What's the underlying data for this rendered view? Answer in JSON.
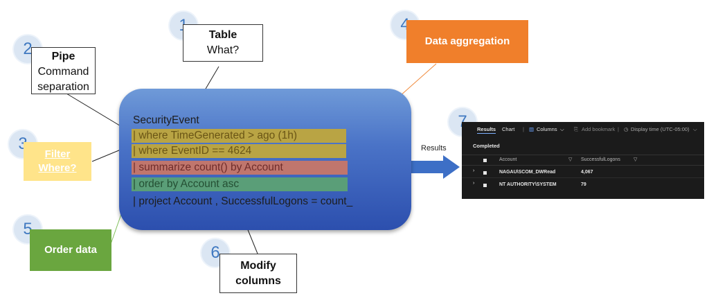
{
  "steps": {
    "s1": "1",
    "s2": "2",
    "s3": "3",
    "s4": "4",
    "s5": "5",
    "s6": "6",
    "s7": "7"
  },
  "boxes": {
    "table_title": "Table",
    "table_sub": "What?",
    "pipe_title": "Pipe",
    "pipe_line1": "Command",
    "pipe_line2": "separation",
    "filter_line1": "Filter",
    "filter_line2": "Where?",
    "aggregation": "Data aggregation",
    "order": "Order data",
    "modify_line1": "Modify",
    "modify_line2": "columns"
  },
  "query": {
    "l0": "SecurityEvent",
    "l1": "| where TimeGenerated  > ago (1h)",
    "l2": "| where EventID == 4624",
    "l3": "| summarize count() by Account",
    "l4": "| order by Account asc",
    "l5": "| project Account , SuccessfulLogons = count_"
  },
  "results_label": "Results",
  "results_panel": {
    "tab_results": "Results",
    "tab_chart": "Chart",
    "columns": "Columns",
    "add_bookmark": "Add bookmark",
    "display_time": "Display time (UTC-05:00)",
    "status": "Completed",
    "col_account": "Account",
    "col_logons": "SuccessfulLogons",
    "rows": [
      {
        "account": "NAGAU\\SCOM_DWRead",
        "logons": "4,067"
      },
      {
        "account": "NT AUTHORITY\\SYSTEM",
        "logons": "79"
      }
    ]
  },
  "colors": {
    "aggregation_bg": "#f07f2b",
    "filter_bg": "#ffe48a",
    "order_bg": "#6aa63f",
    "step_circle": "#dbe6f3"
  }
}
